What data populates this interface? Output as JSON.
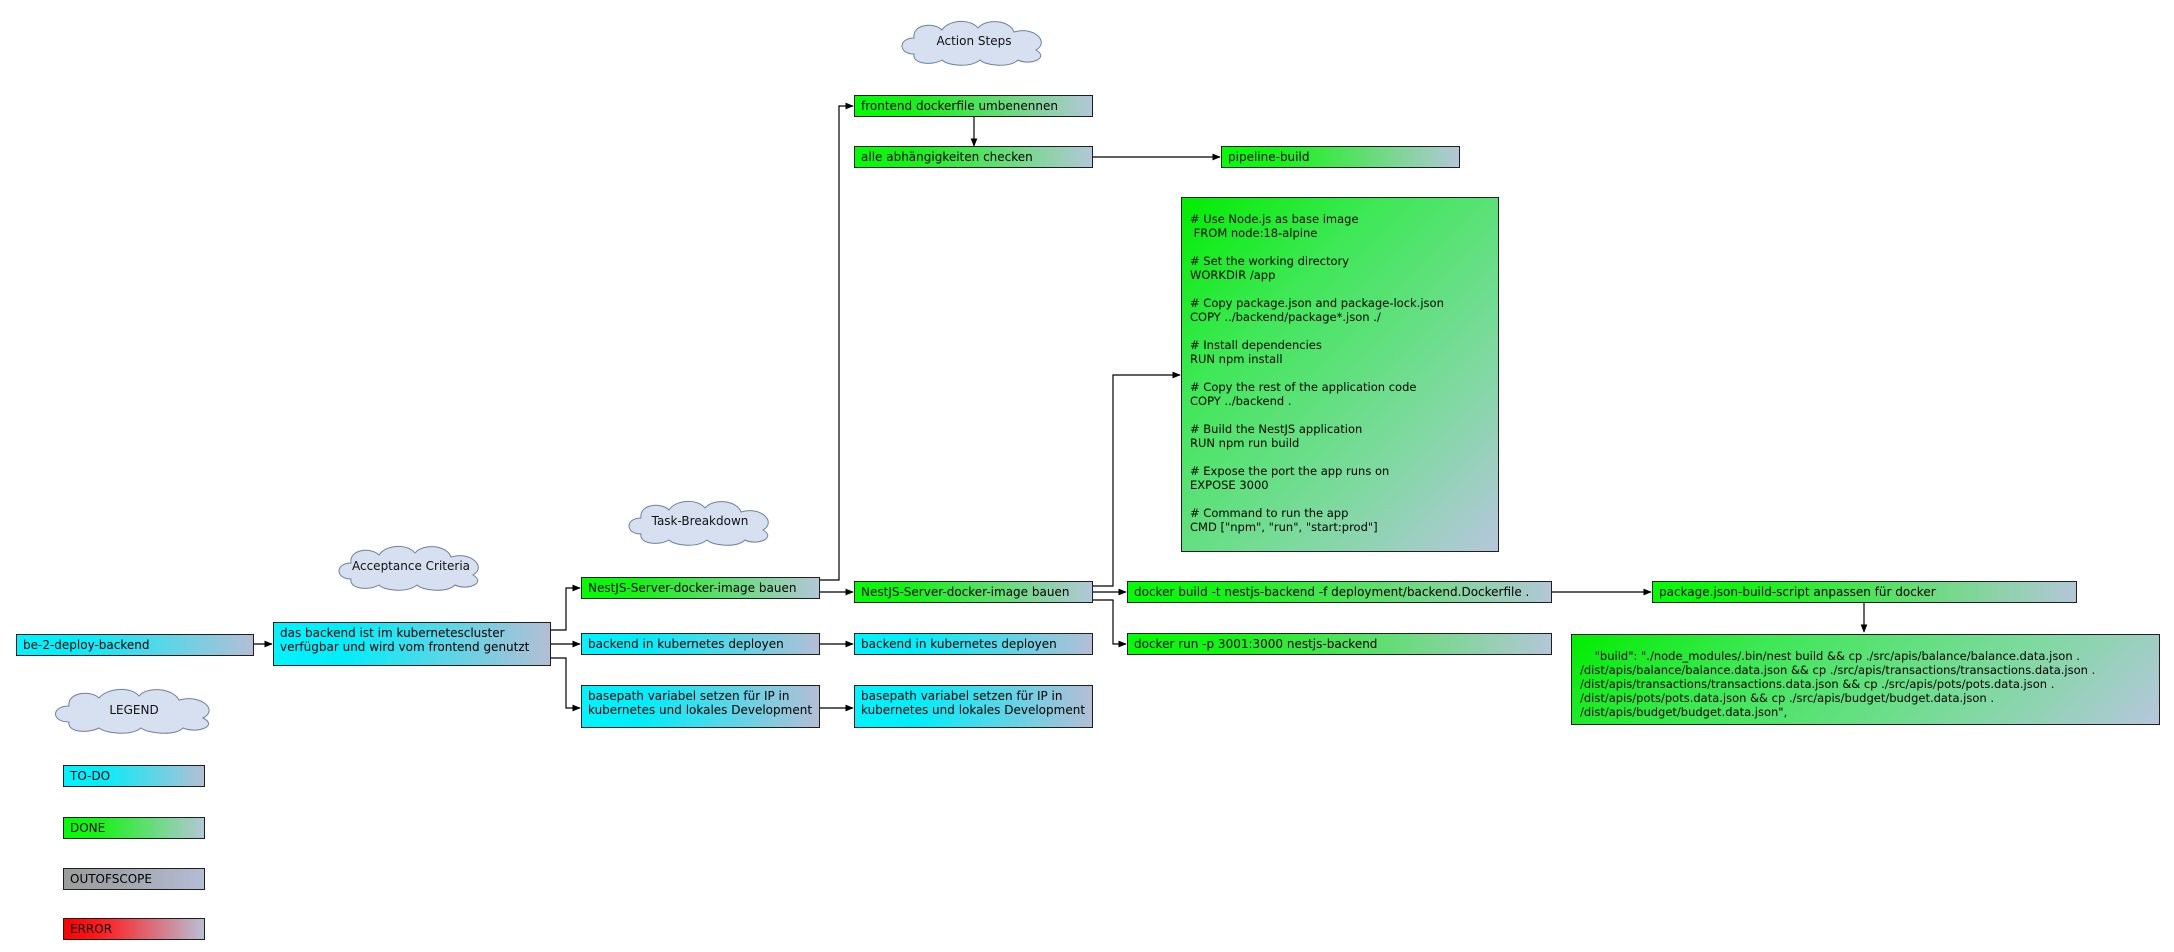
{
  "headers": {
    "action_steps": "Action Steps",
    "task_breakdown": "Task-Breakdown",
    "acceptance_criteria": "Acceptance Criteria",
    "legend": "LEGEND"
  },
  "nodes": {
    "story": "be-2-deploy-backend",
    "acceptance": "das backend ist im kubernetescluster\nverfügbar und wird vom frontend genutzt",
    "task_docker_image": "NestJS-Server-docker-image bauen",
    "task_k8s_deploy": "backend in kubernetes deployen",
    "task_basepath": "basepath variabel setzen für IP in\nkubernetes und lokales Development",
    "step_docker_image": "NestJS-Server-docker-image bauen",
    "step_k8s_deploy": "backend in kubernetes deployen",
    "step_basepath": "basepath variabel setzen für IP in\nkubernetes und lokales Development",
    "frontend_dockerfile": "frontend dockerfile umbenennen",
    "check_dependencies": "alle abhängigkeiten checken",
    "pipeline_build": "pipeline-build",
    "dockerfile_code": "# Use Node.js as base image\n FROM node:18-alpine\n\n# Set the working directory\nWORKDIR /app\n\n# Copy package.json and package-lock.json\nCOPY ../backend/package*.json ./\n\n# Install dependencies\nRUN npm install\n\n# Copy the rest of the application code\nCOPY ../backend .\n\n# Build the NestJS application\nRUN npm run build\n\n# Expose the port the app runs on\nEXPOSE 3000\n\n# Command to run the app\nCMD [\"npm\", \"run\", \"start:prod\"]",
    "docker_build": "docker build -t nestjs-backend -f deployment/backend.Dockerfile .",
    "docker_run": "docker run -p 3001:3000 nestjs-backend",
    "build_script": "package.json-build-script anpassen für docker",
    "build_script_code": "    \"build\": \"./node_modules/.bin/nest build && cp ./src/apis/balance/balance.data.json .\n/dist/apis/balance/balance.data.json && cp ./src/apis/transactions/transactions.data.json .\n/dist/apis/transactions/transactions.data.json && cp ./src/apis/pots/pots.data.json .\n/dist/apis/pots/pots.data.json && cp ./src/apis/budget/budget.data.json .\n/dist/apis/budget/budget.data.json\","
  },
  "legend": {
    "todo": "TO-DO",
    "done": " DONE",
    "out_of_scope": "OUTOFSCOPE",
    "error": "ERROR"
  },
  "colors": {
    "todo": "#00f3ff",
    "done": "#00ff00",
    "out_of_scope": "#9c9c9c",
    "error": "#ff0000",
    "cloud_fill": "#d7e0f0",
    "cloud_stroke": "#6f7fa0",
    "edge": "#000000"
  }
}
